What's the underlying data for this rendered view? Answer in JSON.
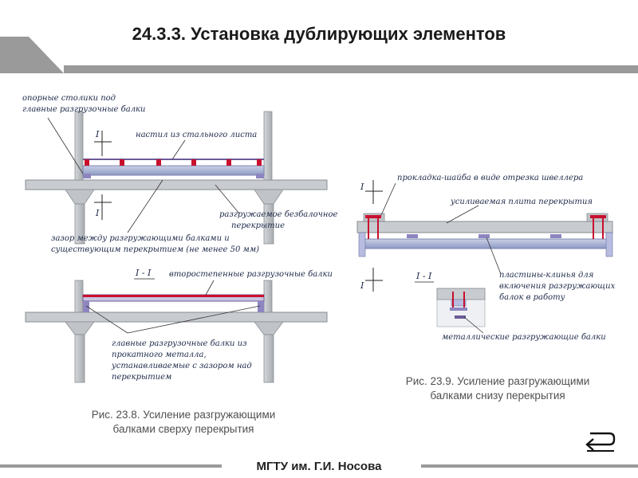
{
  "slide": {
    "title": "24.3.3. Установка дублирующих элементов",
    "footer": "МГТУ им. Г.И. Носова"
  },
  "figure_left": {
    "labels": {
      "supports": "опорные столики под",
      "supports2": "главные разгрузочные балки",
      "deck": "настил из стального листа",
      "slab": "разгружаемое безбалочное",
      "slab2": "перекрытие",
      "gap": "зазор между разгружающими балками и",
      "gap2": "существующим перекрытием (не менее 50 мм)",
      "secondary": "второстепенные разгрузочные балки",
      "main": "главные разгрузочные балки из",
      "main2": "прокатного металла,",
      "main3": "устанавливаемые с зазором над",
      "main4": "перекрытием",
      "mark1": "I",
      "mark2": "I",
      "section": "I - I"
    },
    "caption": "Рис. 23.8. Усиление разгружающими балками сверху перекрытия"
  },
  "figure_right": {
    "labels": {
      "shim": "прокладка-шайба в виде отрезка швеллера",
      "plate": "усиливаемая плита перекрытия",
      "wedges": "пластины-клинья для",
      "wedges2": "включения разгружающих",
      "wedges3": "балок в работу",
      "metal": "металлические разгружающие балки",
      "mark1": "I",
      "mark2": "I",
      "section": "I - I"
    },
    "caption": "Рис. 23.9. Усиление разгружающими балками снизу перекрытия"
  },
  "navigation": {
    "back_icon": "return-arrow-icon"
  },
  "colors": {
    "header": "#9a9a9a",
    "structure": "#b4b8bc",
    "slab_top": "#aeb6d2",
    "beam": "#7a6aa8",
    "accent": "#c8102e",
    "label": "#1e2a4a"
  }
}
